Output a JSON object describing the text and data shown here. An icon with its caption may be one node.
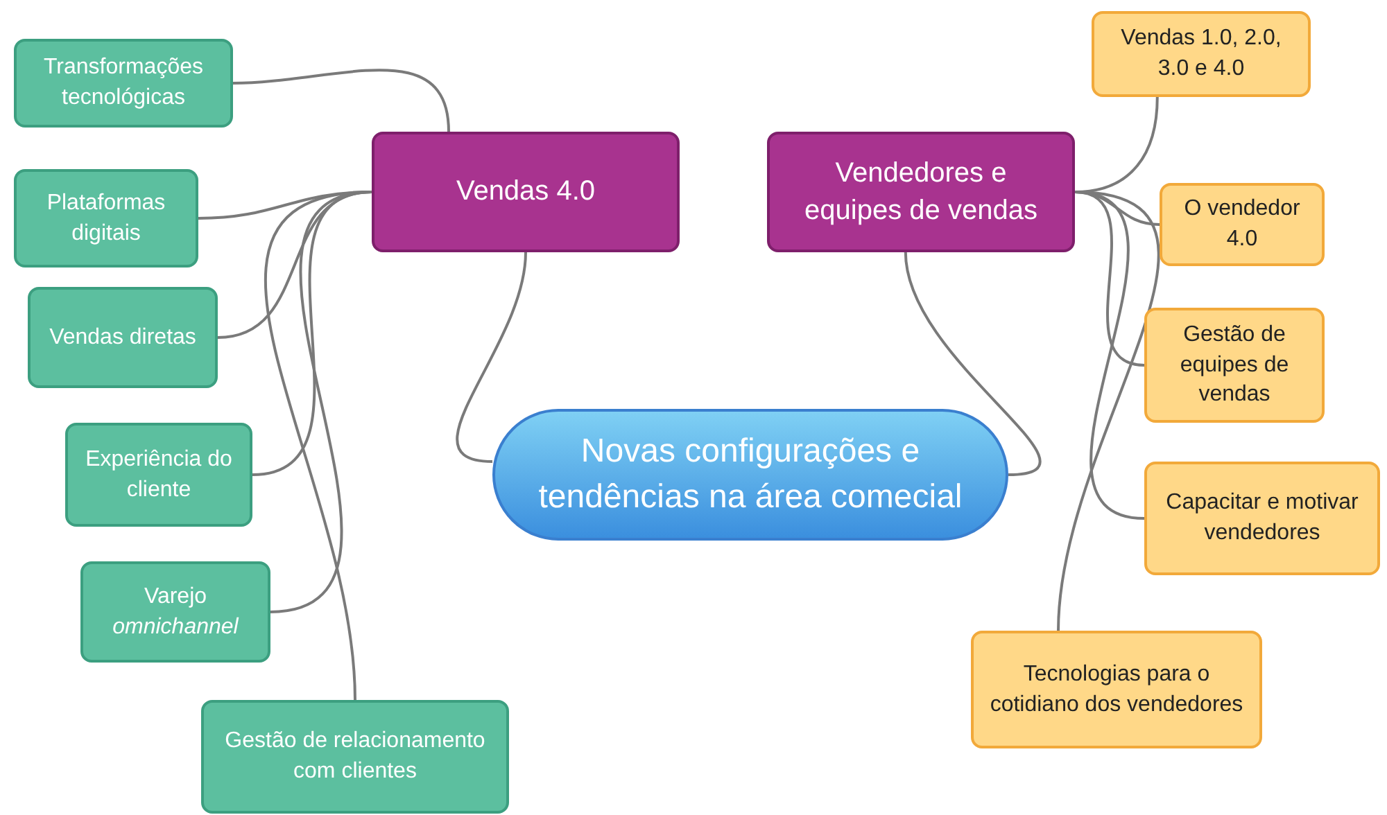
{
  "diagram": {
    "nodes": [
      {
        "text": [
          "Novas configurações e tendências na área comecial"
        ]
      },
      {
        "text": [
          "Vendas 4.0"
        ]
      },
      {
        "text": [
          "Vendedores e equipes de vendas"
        ]
      },
      {
        "text": [
          "Transformações tecnológicas"
        ]
      },
      {
        "text": [
          "Plataformas digitais"
        ]
      },
      {
        "text": [
          "Vendas diretas"
        ]
      },
      {
        "text": [
          "Experiência do cliente"
        ]
      },
      {
        "text": [
          "Varejo *omnichannel*"
        ]
      },
      {
        "text": [
          "Gestão de relacionamento com clientes"
        ]
      },
      {
        "text": [
          "Vendas 1.0, 2.0, 3.0 e 4.0"
        ]
      },
      {
        "text": [
          "O vendedor 4.0"
        ]
      },
      {
        "text": [
          "Gestão de equipes de vendas"
        ]
      },
      {
        "text": [
          "Capacitar e motivar vendedores"
        ]
      },
      {
        "text": [
          "Tecnologias para o cotidiano dos vendedores"
        ]
      }
    ],
    "edges": [
      {
        "from": 0,
        "to": 1,
        "arrow": "none"
      },
      {
        "from": 0,
        "to": 2,
        "arrow": "none"
      },
      {
        "from": 1,
        "to": 3,
        "arrow": "none"
      },
      {
        "from": 1,
        "to": 4,
        "arrow": "none"
      },
      {
        "from": 1,
        "to": 5,
        "arrow": "none"
      },
      {
        "from": 1,
        "to": 6,
        "arrow": "none"
      },
      {
        "from": 1,
        "to": 7,
        "arrow": "none"
      },
      {
        "from": 1,
        "to": 8,
        "arrow": "none"
      },
      {
        "from": 2,
        "to": 9,
        "arrow": "none"
      },
      {
        "from": 2,
        "to": 10,
        "arrow": "none"
      },
      {
        "from": 2,
        "to": 11,
        "arrow": "none"
      },
      {
        "from": 2,
        "to": 12,
        "arrow": "none"
      },
      {
        "from": 2,
        "to": 13,
        "arrow": "none"
      }
    ]
  }
}
